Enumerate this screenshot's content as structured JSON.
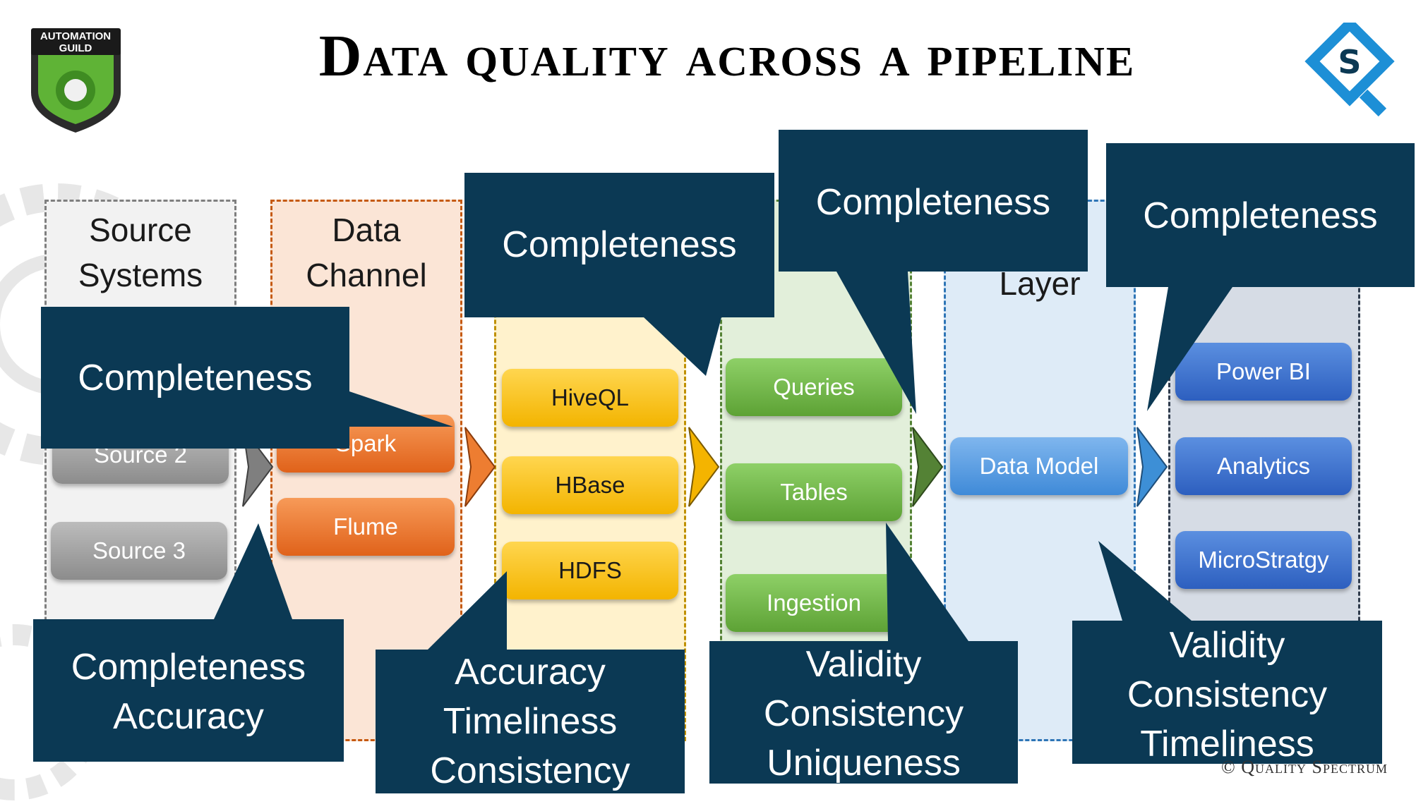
{
  "title": "Data quality across a pipeline",
  "logos": {
    "left": {
      "text_line1": "AUTOMATION",
      "text_line2": "GUILD"
    },
    "right": {
      "letter": "S"
    }
  },
  "lanes": [
    {
      "title": "Source\nSystems",
      "color": "#f2f2f2",
      "border": "#7f7f7f",
      "items": [
        "Source 2",
        "Source 3"
      ]
    },
    {
      "title": "Data\nChannel",
      "color": "#fbe5d6",
      "border": "#c55a11",
      "items": [
        "Spark",
        "Flume"
      ]
    },
    {
      "title": "",
      "color": "#fff2cc",
      "border": "#bf9000",
      "items": [
        "HiveQL",
        "HBase",
        "HDFS"
      ]
    },
    {
      "title": "",
      "color": "#e2efda",
      "border": "#548235",
      "items": [
        "Queries",
        "Tables",
        "Ingestion"
      ]
    },
    {
      "title": "Layer",
      "color": "#deebf7",
      "border": "#2e75b6",
      "items": [
        "Data Model"
      ]
    },
    {
      "title": "",
      "color": "#d6dce5",
      "border": "#2f3b4c",
      "items": [
        "Power BI",
        "Analytics",
        "MicroStratgy"
      ]
    }
  ],
  "callouts": [
    {
      "id": "c1",
      "text": "Completeness"
    },
    {
      "id": "c2",
      "text": "Completeness"
    },
    {
      "id": "c3",
      "text": "Completeness"
    },
    {
      "id": "c4",
      "text": "Completeness"
    },
    {
      "id": "c5",
      "text": "Completeness\nAccuracy"
    },
    {
      "id": "c6",
      "text": "Accuracy\nTimeliness\nConsistency"
    },
    {
      "id": "c7",
      "text": "Validity\nConsistency\nUniqueness"
    },
    {
      "id": "c8",
      "text": "Validity\nConsistency\nTimeliness"
    }
  ],
  "colors": {
    "callout": "#0b3954",
    "arrow_gray": "#7f7f7f",
    "arrow_orange": "#ed7d31",
    "arrow_yellow": "#f4b400",
    "arrow_green": "#548235",
    "arrow_blue": "#3d8fd6"
  },
  "copyright": "© Quality Spectrum"
}
